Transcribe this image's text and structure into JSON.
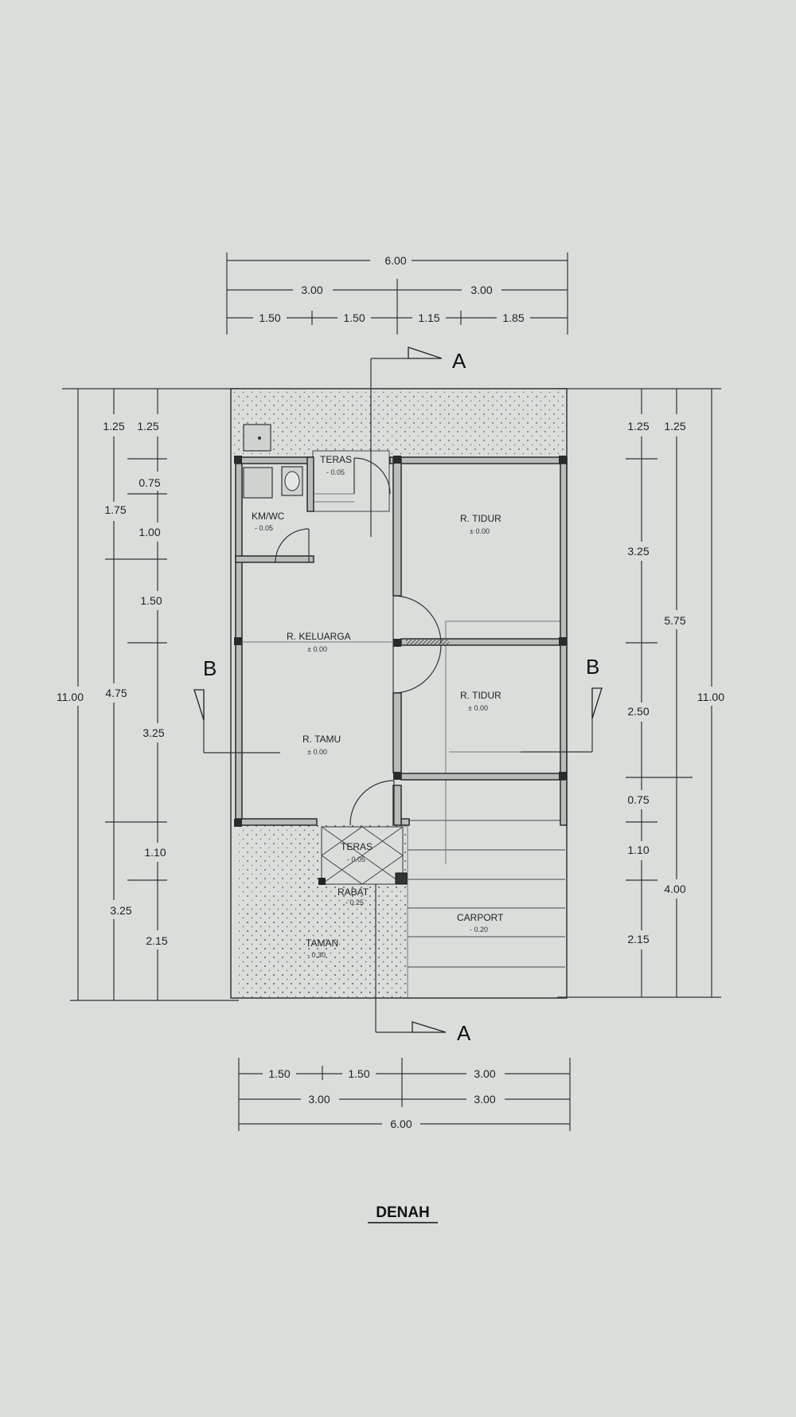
{
  "title": "DENAH",
  "section_marks": {
    "a_top": "A",
    "a_bottom": "A",
    "b_left": "B",
    "b_right": "B"
  },
  "dims": {
    "top_total": "6.00",
    "top_left": "3.00",
    "top_right": "3.00",
    "top_s1": "1.50",
    "top_s2": "1.50",
    "top_s3": "1.15",
    "top_s4": "1.85",
    "bottom_s1": "1.50",
    "bottom_s2": "1.50",
    "bottom_s3": "3.00",
    "bottom_left": "3.00",
    "bottom_right": "3.00",
    "bottom_total": "6.00",
    "left_total": "11.00",
    "left_mid": "4.75",
    "left_low": "3.25",
    "left_a": "1.25",
    "left_b": "1.25",
    "left_c": "0.75",
    "left_d": "1.75",
    "left_e": "1.00",
    "left_f": "1.50",
    "left_g": "3.25",
    "left_h": "1.10",
    "left_i": "2.15",
    "right_a": "1.25",
    "right_b": "1.25",
    "right_c": "3.25",
    "right_d": "5.75",
    "right_e": "2.50",
    "right_f": "11.00",
    "right_g": "0.75",
    "right_h": "1.10",
    "right_i": "4.00",
    "right_j": "2.15"
  },
  "rooms": {
    "teras_top": {
      "name": "TERAS",
      "level": "- 0.05"
    },
    "kmwc": {
      "name": "KM/WC",
      "level": "- 0.05"
    },
    "tidur1": {
      "name": "R. TIDUR",
      "level": "± 0.00"
    },
    "keluarga": {
      "name": "R. KELUARGA",
      "level": "± 0.00"
    },
    "tidur2": {
      "name": "R. TIDUR",
      "level": "± 0.00"
    },
    "tamu": {
      "name": "R. TAMU",
      "level": "± 0.00"
    },
    "teras_bottom": {
      "name": "TERAS",
      "level": "- 0.05"
    },
    "rabat": {
      "name": "RABAT",
      "level": "- 0.25"
    },
    "carport": {
      "name": "CARPORT",
      "level": "- 0.20"
    },
    "taman": {
      "name": "TAMAN",
      "level": "- 0.30"
    }
  }
}
